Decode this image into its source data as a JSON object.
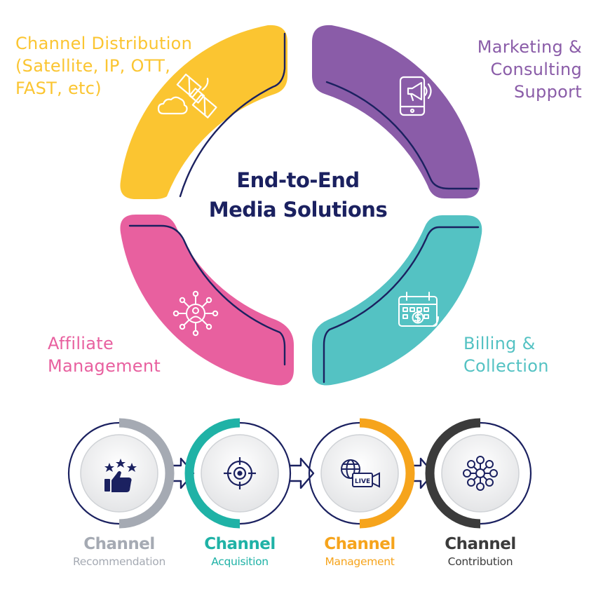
{
  "center": {
    "line1": "End-to-End",
    "line2": "Media Solutions",
    "color": "#1b2160"
  },
  "quadrants": [
    {
      "name": "channel-distribution",
      "color": "#fbc531",
      "lines": [
        "Channel Distribution",
        "(Satellite, IP, OTT,",
        "FAST, etc)"
      ],
      "icon": "satellite-icon"
    },
    {
      "name": "marketing-consulting",
      "color": "#8a5ca8",
      "lines": [
        "Marketing &",
        "Consulting",
        "Support"
      ],
      "icon": "phone-megaphone-icon"
    },
    {
      "name": "affiliate-management",
      "color": "#e8609f",
      "lines": [
        "Affiliate",
        "Management"
      ],
      "icon": "network-icon"
    },
    {
      "name": "billing-collection",
      "color": "#54c2c3",
      "lines": [
        "Billing &",
        "Collection"
      ],
      "icon": "calendar-dollar-icon"
    }
  ],
  "steps": [
    {
      "title": "Channel",
      "subtitle": "Recommendation",
      "color": "#a5aab3",
      "icon": "thumbs-up-stars-icon"
    },
    {
      "title": "Channel",
      "subtitle": "Acquisition",
      "color": "#1fb2a6",
      "icon": "target-icon"
    },
    {
      "title": "Channel",
      "subtitle": "Management",
      "color": "#f6a41c",
      "icon": "live-broadcast-icon"
    },
    {
      "title": "Channel",
      "subtitle": "Contribution",
      "color": "#3b3b3b",
      "icon": "hub-network-icon"
    }
  ]
}
